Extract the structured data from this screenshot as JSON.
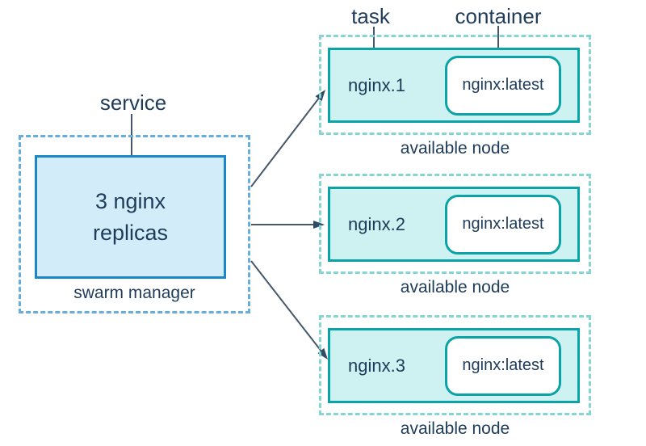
{
  "diagram": {
    "title_labels": {
      "service": "service",
      "task": "task",
      "container": "container"
    },
    "manager": {
      "service_line1": "3 nginx",
      "service_line2": "replicas",
      "caption": "swarm manager"
    },
    "nodes": [
      {
        "task": "nginx.1",
        "container": "nginx:latest",
        "caption": "available node"
      },
      {
        "task": "nginx.2",
        "container": "nginx:latest",
        "caption": "available node"
      },
      {
        "task": "nginx.3",
        "container": "nginx:latest",
        "caption": "available node"
      }
    ],
    "colors": {
      "text": "#1e3c5a",
      "service_box_border": "#1a87c9",
      "service_box_fill": "#d2ecfa",
      "manager_dotted_border": "#66aedd",
      "node_dotted_border": "#85d6d2",
      "task_box_border": "#0ba3a5",
      "task_box_fill": "#cdf2f1",
      "container_box_fill": "#ffffff",
      "connector": "#46586a",
      "arrowhead": "#2f4a63"
    }
  }
}
